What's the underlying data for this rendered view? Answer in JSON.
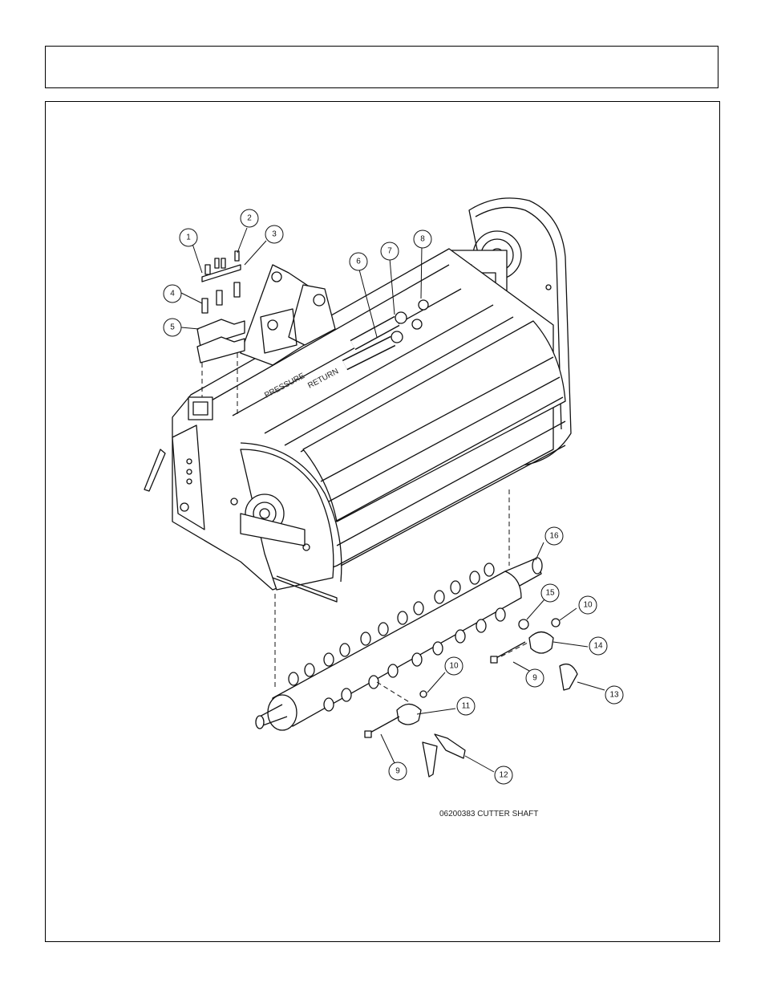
{
  "header": {
    "title": ""
  },
  "diagram": {
    "caption": "06200383 CUTTER SHAFT",
    "hose_labels": {
      "pressure": "PRESSURE",
      "return": "RETURN"
    },
    "callouts": [
      {
        "id": "c1",
        "label": "1"
      },
      {
        "id": "c2",
        "label": "2"
      },
      {
        "id": "c3",
        "label": "3"
      },
      {
        "id": "c4",
        "label": "4"
      },
      {
        "id": "c5",
        "label": "5"
      },
      {
        "id": "c6",
        "label": "6"
      },
      {
        "id": "c7",
        "label": "7"
      },
      {
        "id": "c8",
        "label": "8"
      },
      {
        "id": "c16",
        "label": "16"
      },
      {
        "id": "c15",
        "label": "15"
      },
      {
        "id": "c10a",
        "label": "10"
      },
      {
        "id": "c14",
        "label": "14"
      },
      {
        "id": "c9a",
        "label": "9"
      },
      {
        "id": "c13",
        "label": "13"
      },
      {
        "id": "c10b",
        "label": "10"
      },
      {
        "id": "c11",
        "label": "11"
      },
      {
        "id": "c9b",
        "label": "9"
      },
      {
        "id": "c12",
        "label": "12"
      }
    ]
  }
}
